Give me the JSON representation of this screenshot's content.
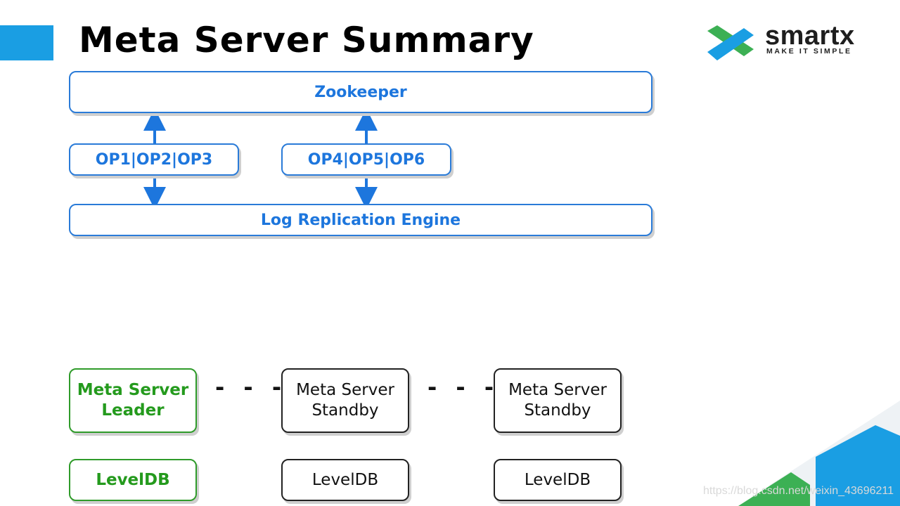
{
  "header": {
    "title": "Meta Server Summary"
  },
  "logo": {
    "name": "smartx",
    "tagline": "MAKE IT SIMPLE"
  },
  "diagram": {
    "zookeeper": "Zookeeper",
    "op_group_1": "OP1|OP2|OP3",
    "op_group_2": "OP4|OP5|OP6",
    "log_engine": "Log Replication Engine",
    "ellipsis": "- - -",
    "nodes": [
      {
        "role_line1": "Meta Server",
        "role_line2": "Leader",
        "storage": "LevelDB",
        "status": "leader"
      },
      {
        "role_line1": "Meta Server",
        "role_line2": "Standby",
        "storage": "LevelDB",
        "status": "standby"
      },
      {
        "role_line1": "Meta Server",
        "role_line2": "Standby",
        "storage": "LevelDB",
        "status": "standby"
      }
    ]
  },
  "colors": {
    "accent": "#1a9ee3",
    "diagram_blue": "#1d76dd",
    "leader_green": "#249a1d",
    "logo_green": "#3cb054",
    "logo_blue": "#1a9ee3"
  },
  "watermark": "https://blog.csdn.net/weixin_43696211"
}
